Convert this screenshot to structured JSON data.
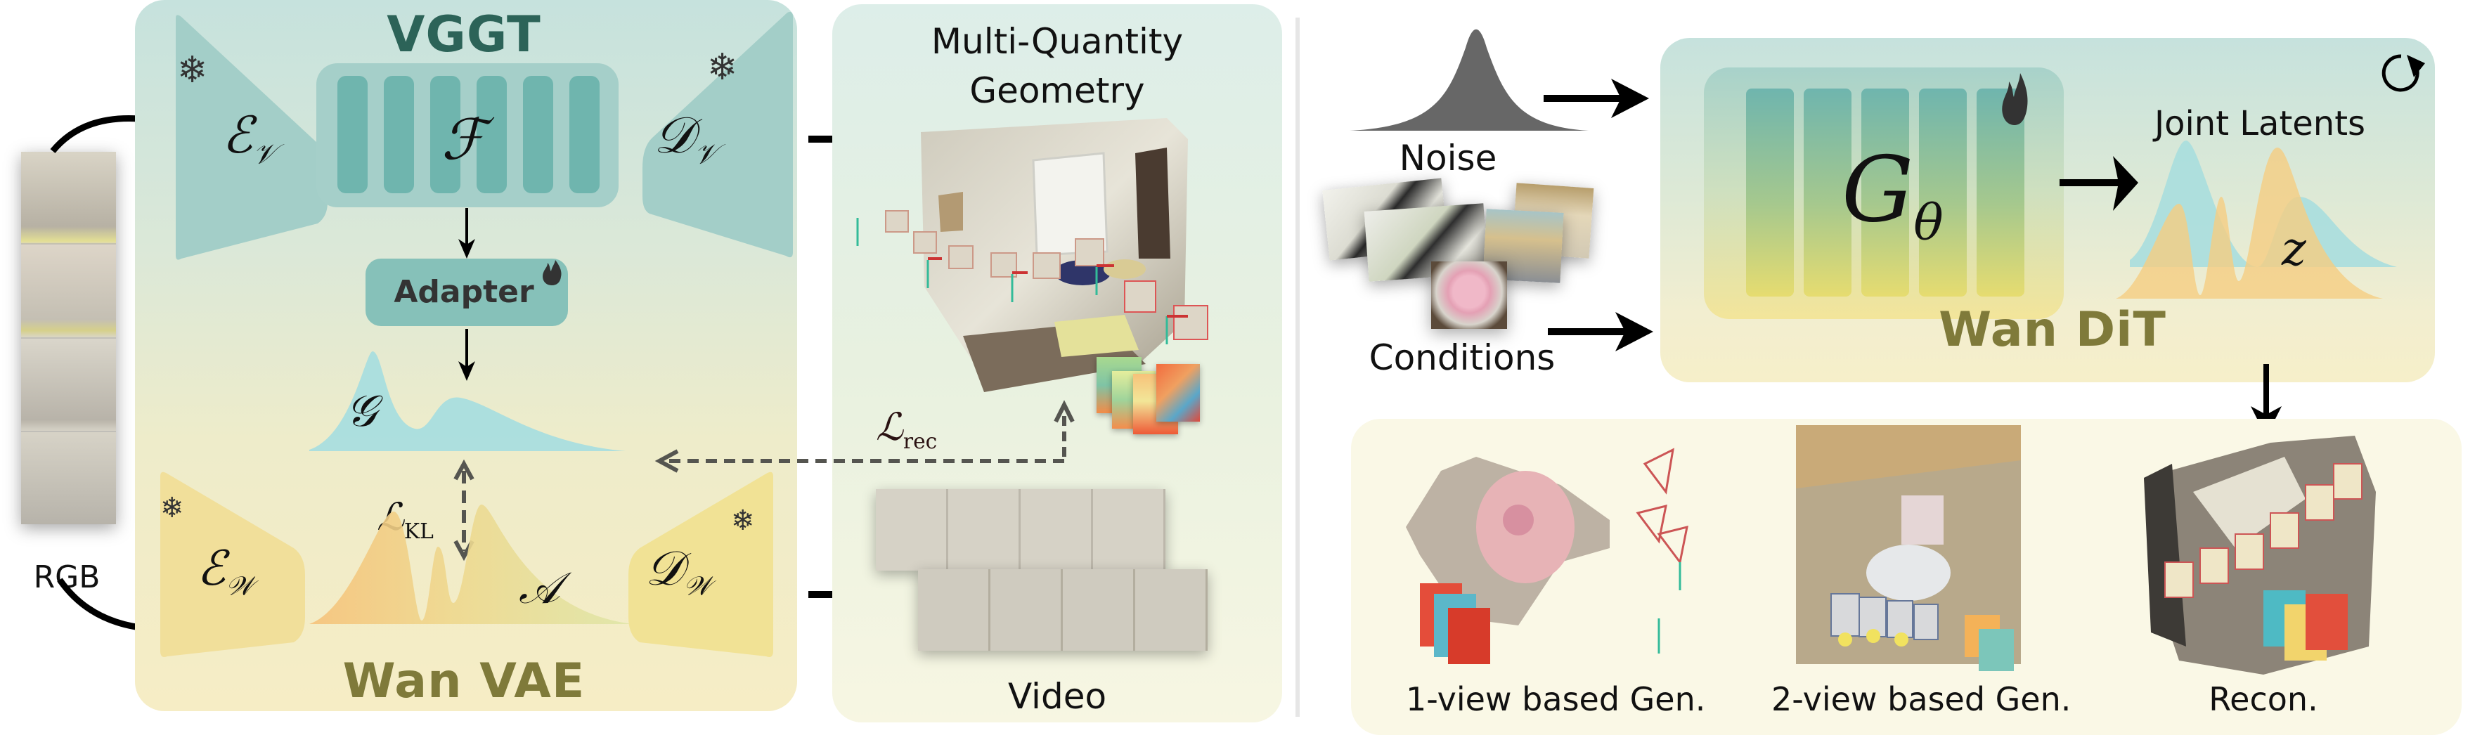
{
  "figure": {
    "left": {
      "input": {
        "label": "RGB"
      },
      "vggt": {
        "title": "VGGT",
        "encoder_symbol": "ℰ",
        "encoder_sub": "𝒱",
        "backbone_symbol": "ℱ",
        "decoder_symbol": "𝒟",
        "decoder_sub": "𝒱",
        "adapter_label": "Adapter",
        "geometry_latent_symbol": "𝒢",
        "encoder_state": "frozen",
        "decoder_state": "frozen",
        "adapter_state": "trainable"
      },
      "wan_vae": {
        "title": "Wan VAE",
        "encoder_symbol": "ℰ",
        "encoder_sub": "𝒲",
        "decoder_symbol": "𝒟",
        "decoder_sub": "𝒲",
        "appearance_latent_symbol": "𝒜",
        "encoder_state": "frozen",
        "decoder_state": "frozen"
      },
      "losses": {
        "kl_symbol": "ℒ",
        "kl_sub": "KL",
        "rec_symbol": "ℒ",
        "rec_sub": "rec"
      },
      "outputs": {
        "geometry_title_line1": "Multi-Quantity",
        "geometry_title_line2": "Geometry",
        "video_label": "Video"
      }
    },
    "right": {
      "noise_label": "Noise",
      "conditions_label": "Conditions",
      "dit": {
        "title": "Wan DiT",
        "model_symbol": "G",
        "model_sub": "θ",
        "model_state": "trainable",
        "joint_latents_label": "Joint Latents",
        "joint_latent_symbol": "z",
        "loop_icon": "iterative-loop-icon"
      },
      "results": [
        {
          "label": "1-view based Gen."
        },
        {
          "label": "2-view based Gen."
        },
        {
          "label": "Recon."
        }
      ]
    },
    "icons": {
      "snowflake": "❄",
      "flame": "flame-icon"
    },
    "colors": {
      "vggt_title": "#2c6358",
      "wan_title": "#7f7a3a",
      "teal_block": "#88c2bb",
      "teal_bar": "#6fb5ae",
      "teal_light": "#a4d0ca",
      "yellow_block": "#f0de9a",
      "geometry_latent": "#a9dede",
      "noise_curve": "#676767",
      "dashed_arrow": "#555550"
    }
  }
}
